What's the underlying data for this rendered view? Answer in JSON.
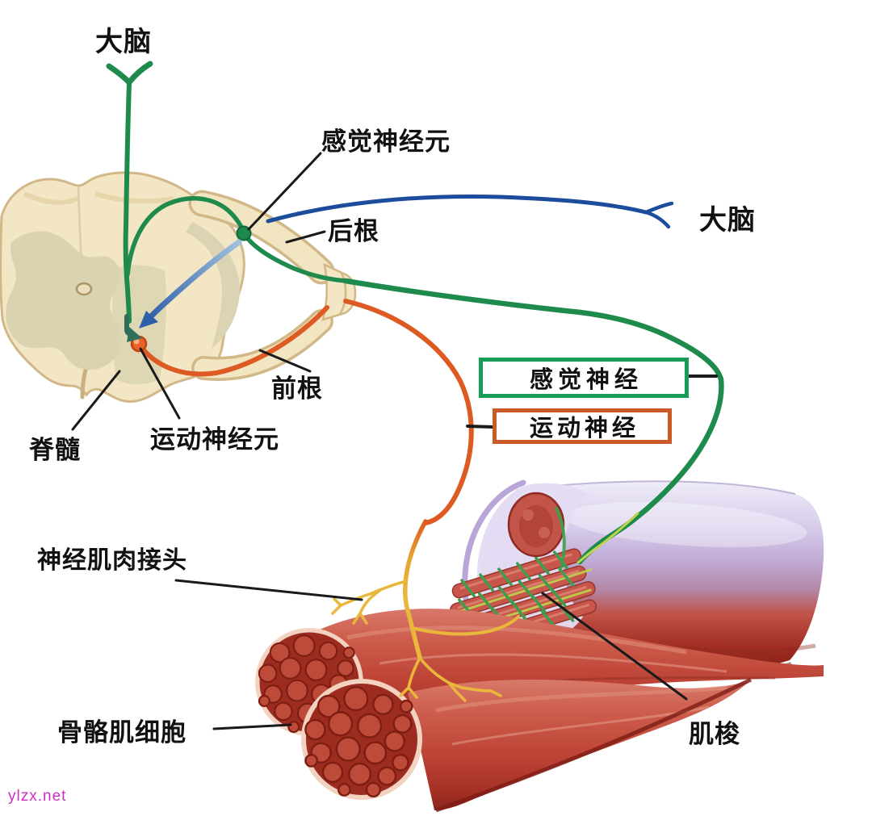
{
  "labels": {
    "brain_top": "大脑",
    "sensory_neuron": "感觉神经元",
    "dorsal_root": "后根",
    "brain_right": "大脑",
    "ventral_root": "前根",
    "spinal_cord": "脊髓",
    "motor_neuron": "运动神经元",
    "neuromuscular_junction": "神经肌肉接头",
    "skeletal_muscle_cell": "骨骼肌细胞",
    "muscle_spindle": "肌梭"
  },
  "boxes": {
    "sensory_nerve": "感觉神经",
    "motor_nerve": "运动神经"
  },
  "watermark": "ylzx.net",
  "colors": {
    "sensory_nerve_green": "#1E8B4D",
    "spindle_spiral_green": "#3E9E4E",
    "yellow_green_core": "#BCD44E",
    "motor_nerve_orange": "#DD5A22",
    "motor_terminal_yellow": "#E8B73C",
    "ascending_blue": "#1C4C9C",
    "descending_arrow_blue": "#2E5FA8",
    "synapse_teal": "#2F6E5B",
    "cord_cream": "#F2E6C4",
    "cord_outline": "#D2B888",
    "gray_matter": "#DAD3B1",
    "muscle_red": "#C24B3C",
    "muscle_dark_red": "#8A241C",
    "cut_face_red": "#9C2B20",
    "capsule_lavender": "#D8CEEC",
    "capsule_rim": "#B9A5D8",
    "sensory_box_border": "#169B58",
    "motor_box_border": "#CC5A28",
    "leader_line": "#1A1A1A",
    "label_text": "#111111",
    "watermark_color": "#CC2FC4"
  }
}
